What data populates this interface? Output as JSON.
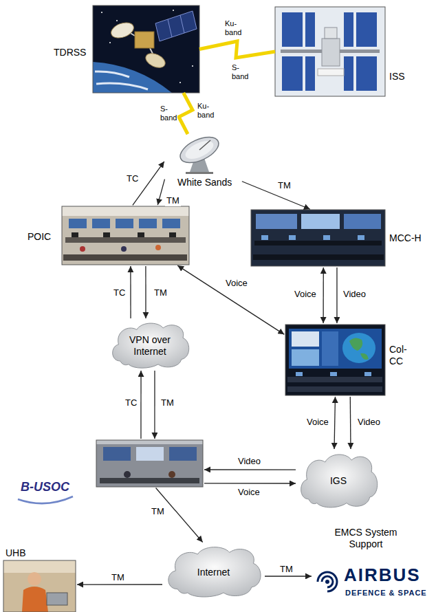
{
  "diagram": {
    "nodes": [
      {
        "text": [
          "TDRSS"
        ]
      },
      {
        "text": [
          "ISS"
        ]
      },
      {
        "text": [
          "White Sands"
        ]
      },
      {
        "text": [
          "POIC"
        ]
      },
      {
        "text": [
          "MCC-H"
        ]
      },
      {
        "text": [
          "VPN over Internet"
        ]
      },
      {
        "text": [
          "Col- CC"
        ]
      },
      {
        "text": [
          "B-USOC"
        ]
      },
      {
        "text": [
          "IGS"
        ]
      },
      {
        "text": [
          "Internet"
        ]
      },
      {
        "text": [
          "UHB"
        ]
      },
      {
        "text": [
          "EMCS System Support",
          "AIRBUS",
          "DEFENCE & SPACE"
        ]
      }
    ],
    "edges": [
      {
        "from": 0,
        "to": 1,
        "arrow": "none",
        "label": "Ku- band"
      },
      {
        "from": 0,
        "to": 2,
        "arrow": "none",
        "label": "S- band"
      },
      {
        "from": 3,
        "to": 2,
        "arrow": "to",
        "label": "TC"
      },
      {
        "from": 2,
        "to": 3,
        "arrow": "to",
        "label": "TM"
      },
      {
        "from": 2,
        "to": 4,
        "arrow": "to",
        "label": "TM"
      },
      {
        "from": 5,
        "to": 3,
        "arrow": "to",
        "label": "TC"
      },
      {
        "from": 3,
        "to": 5,
        "arrow": "to",
        "label": "TM"
      },
      {
        "from": 3,
        "to": 6,
        "arrow": "both",
        "label": "Voice"
      },
      {
        "from": 4,
        "to": 6,
        "arrow": "both",
        "label": "Voice"
      },
      {
        "from": 4,
        "to": 6,
        "arrow": "to",
        "label": "Video"
      },
      {
        "from": 7,
        "to": 5,
        "arrow": "to",
        "label": "TC"
      },
      {
        "from": 5,
        "to": 7,
        "arrow": "to",
        "label": "TM"
      },
      {
        "from": 6,
        "to": 8,
        "arrow": "both",
        "label": "Voice"
      },
      {
        "from": 6,
        "to": 8,
        "arrow": "to",
        "label": "Video"
      },
      {
        "from": 8,
        "to": 7,
        "arrow": "to",
        "label": "Video"
      },
      {
        "from": 7,
        "to": 8,
        "arrow": "to",
        "label": "Voice"
      },
      {
        "from": 7,
        "to": 9,
        "arrow": "to",
        "label": "TM"
      },
      {
        "from": 9,
        "to": 10,
        "arrow": "to",
        "label": "TM"
      },
      {
        "from": 9,
        "to": 11,
        "arrow": "to",
        "label": "TM"
      }
    ],
    "labels": [
      "S- band",
      "Ku- band"
    ]
  }
}
